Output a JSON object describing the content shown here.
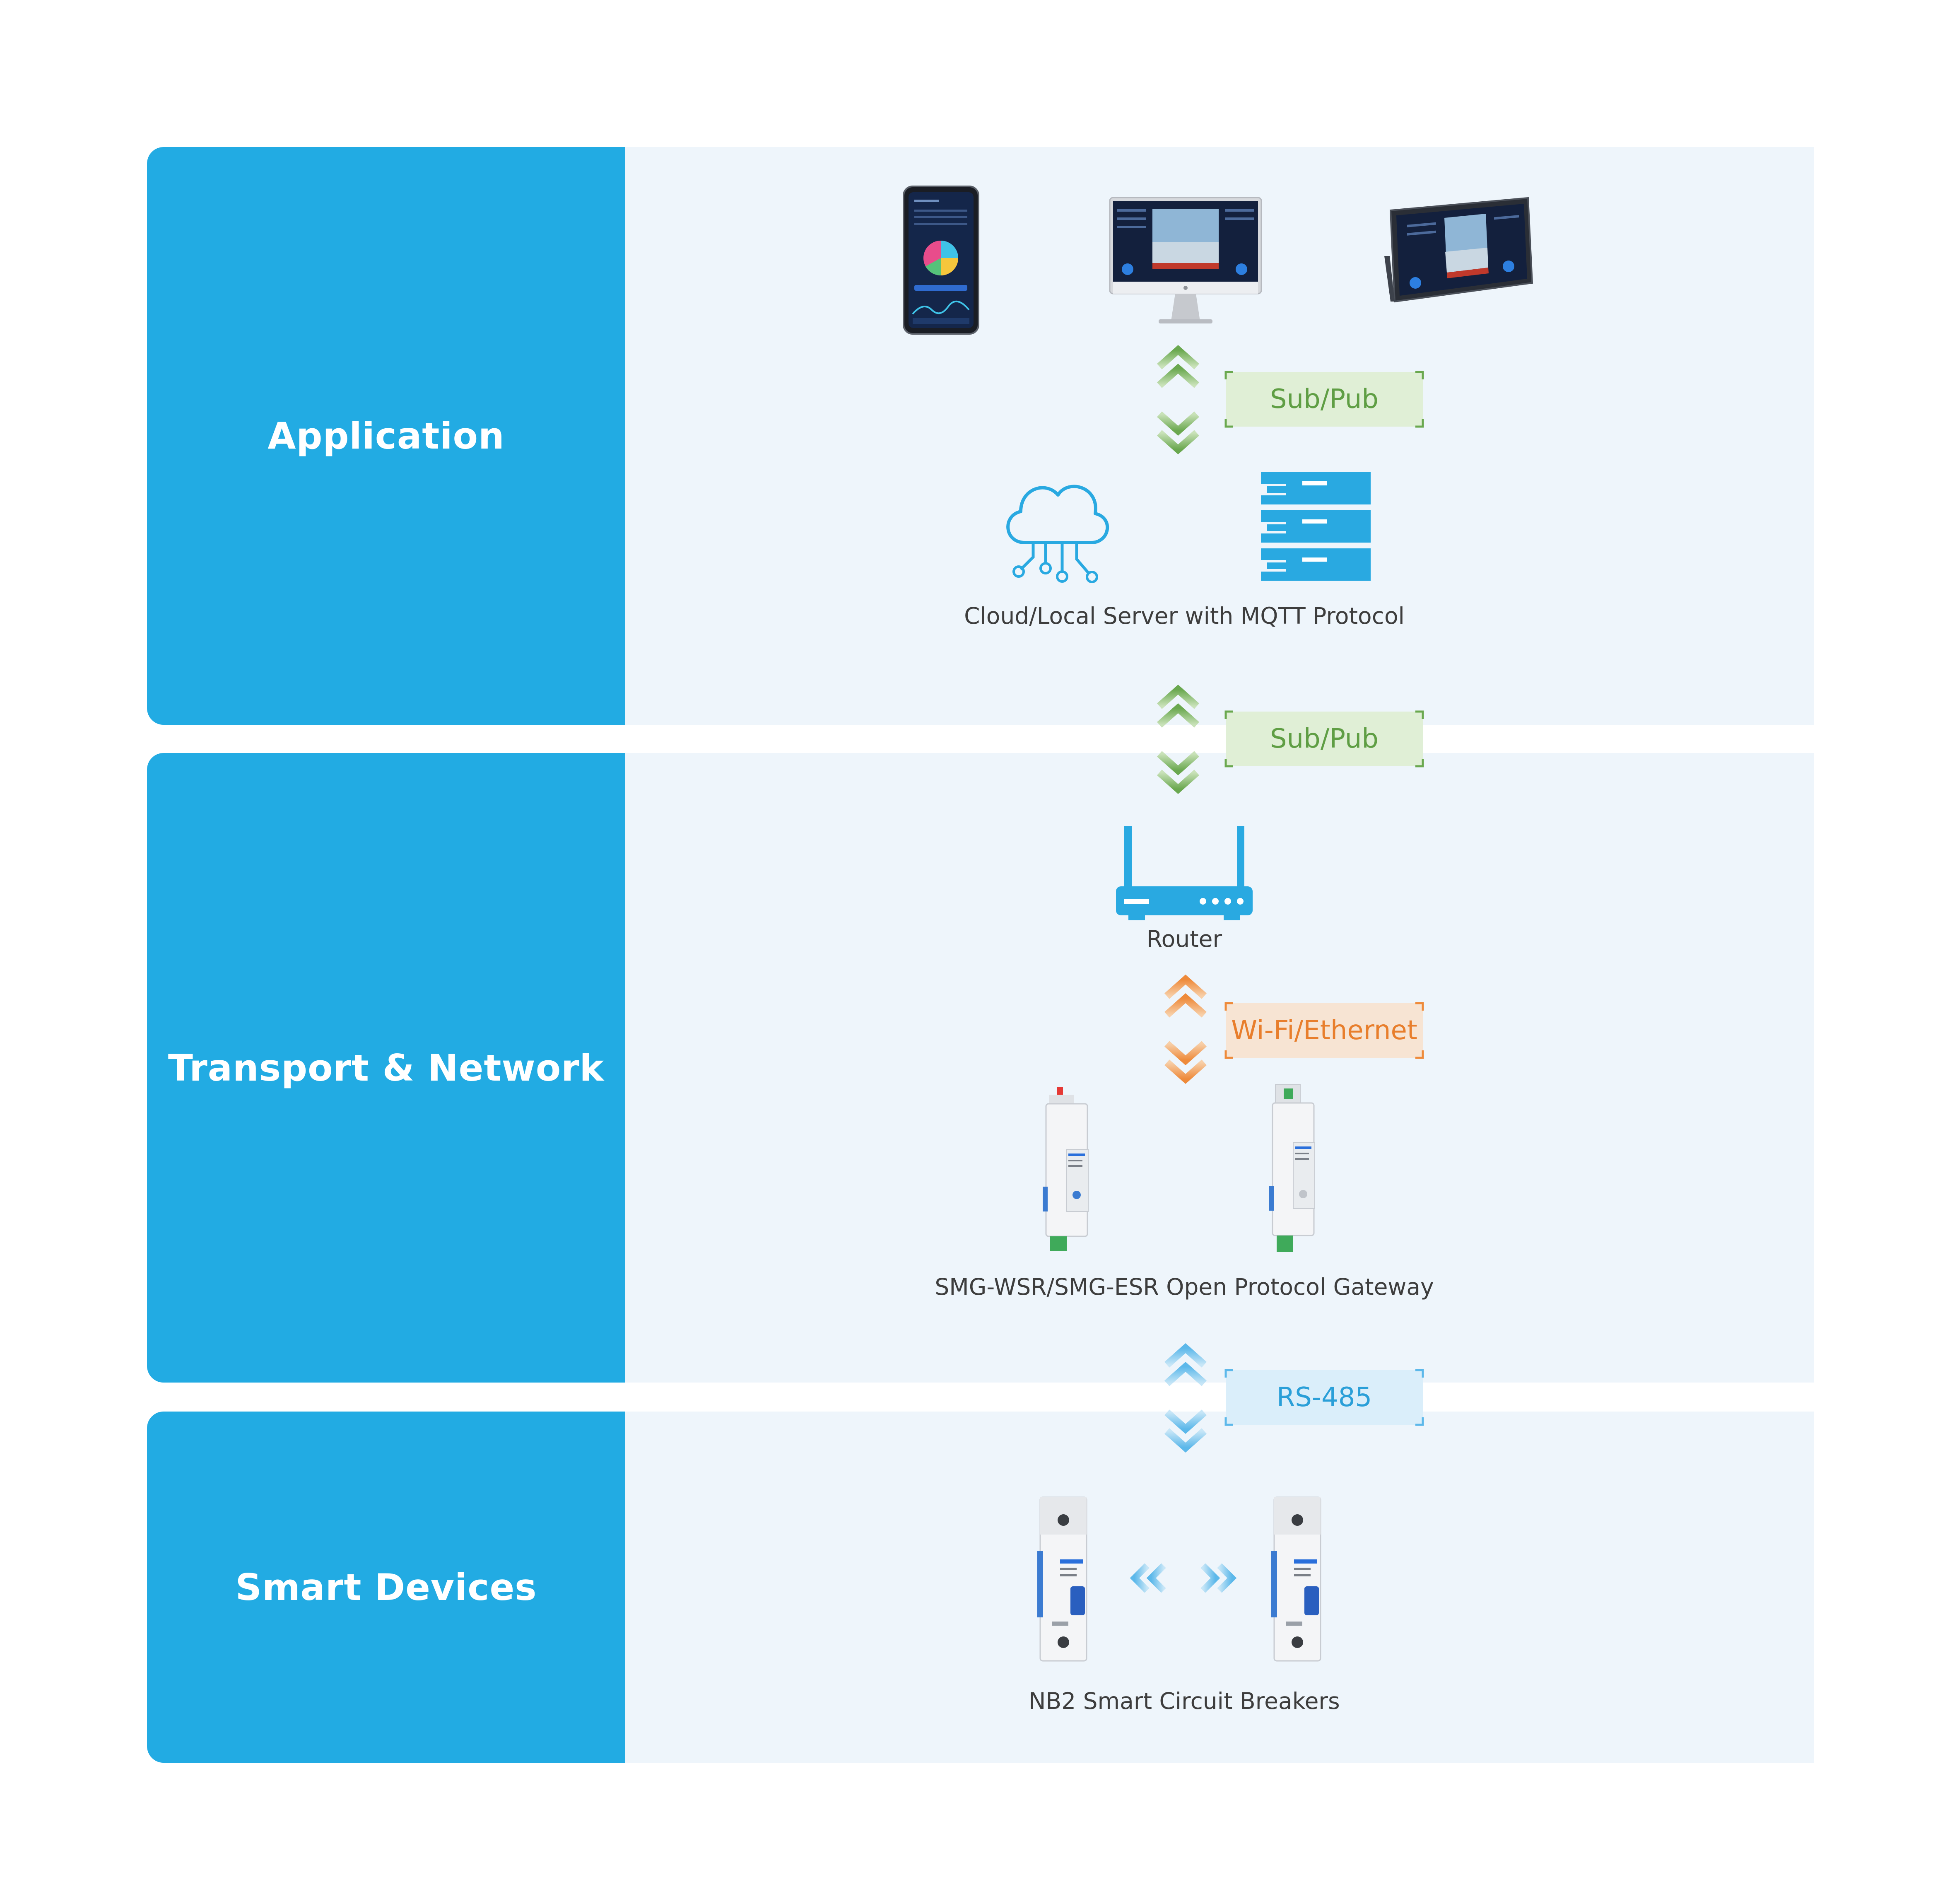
{
  "layers": {
    "application": "Application",
    "transport": "Transport & Network",
    "devices": "Smart Devices"
  },
  "captions": {
    "server": "Cloud/Local Server with MQTT Protocol",
    "router": "Router",
    "gateway": "SMG-WSR/SMG-ESR Open Protocol Gateway",
    "breakers": "NB2 Smart Circuit Breakers"
  },
  "links": {
    "sub_pub_1": "Sub/Pub",
    "sub_pub_2": "Sub/Pub",
    "wifi": "Wi-Fi/Ethernet",
    "rs485": "RS-485"
  },
  "colors": {
    "layer_label": "#22abe3",
    "layer_bg": "#eef5fb",
    "green": "#6aa84f",
    "orange": "#ee8a3a",
    "blue": "#5cb8ea"
  },
  "icons": [
    "smartphone-icon",
    "desktop-monitor-icon",
    "tablet-icon",
    "cloud-icon",
    "server-rack-icon",
    "router-icon",
    "gateway-device-icon",
    "circuit-breaker-icon"
  ]
}
